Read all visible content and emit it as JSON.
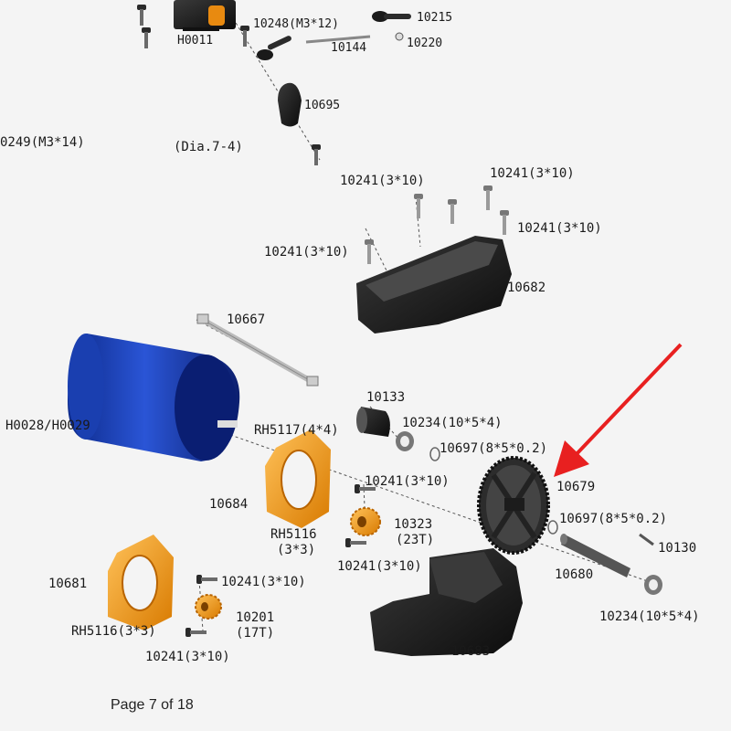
{
  "labels": {
    "h0011": "H0011",
    "p10248": "10248(M3*12)",
    "p10215": "10215",
    "p10144": "10144",
    "p10220": "10220",
    "p10695": "10695",
    "p10249": "0249(M3*14)",
    "dia": "(Dia.7-4)",
    "p10241_a": "10241(3*10)",
    "p10241_b": "10241(3*10)",
    "p10241_c": "10241(3*10)",
    "p10241_d": "10241(3*10)",
    "p10682": "10682",
    "p10667": "10667",
    "h0028": "H0028/H0029",
    "p10133": "10133",
    "rh5117": "RH5117(4*4)",
    "p10234_a": "10234(10*5*4)",
    "p10697_a": "10697(8*5*0.2)",
    "p10679": "10679",
    "p10684": "10684",
    "p10241_e": "10241(3*10)",
    "rh5116_a": "RH5116",
    "rh5116_a2": "(3*3)",
    "p10323": "10323",
    "p10323t": "(23T)",
    "p10241_f": "10241(3*10)",
    "p10697_b": "10697(8*5*0.2)",
    "p10130": "10130",
    "p10680": "10680",
    "p10681": "10681",
    "p10241_g": "10241(3*10)",
    "rh5116_b": "RH5116(3*3)",
    "p10201": "10201",
    "p10201t": "(17T)",
    "p10241_h": "10241(3*10)",
    "p10234_b": "10234(10*5*4)",
    "p10683": "10683"
  },
  "footer": {
    "page": "Page 7 of 18"
  },
  "colors": {
    "orange": "#f39a1c",
    "motor_blue": "#1f3fb8",
    "part_black": "#1c1c1c",
    "arrow_red": "#e82020"
  }
}
